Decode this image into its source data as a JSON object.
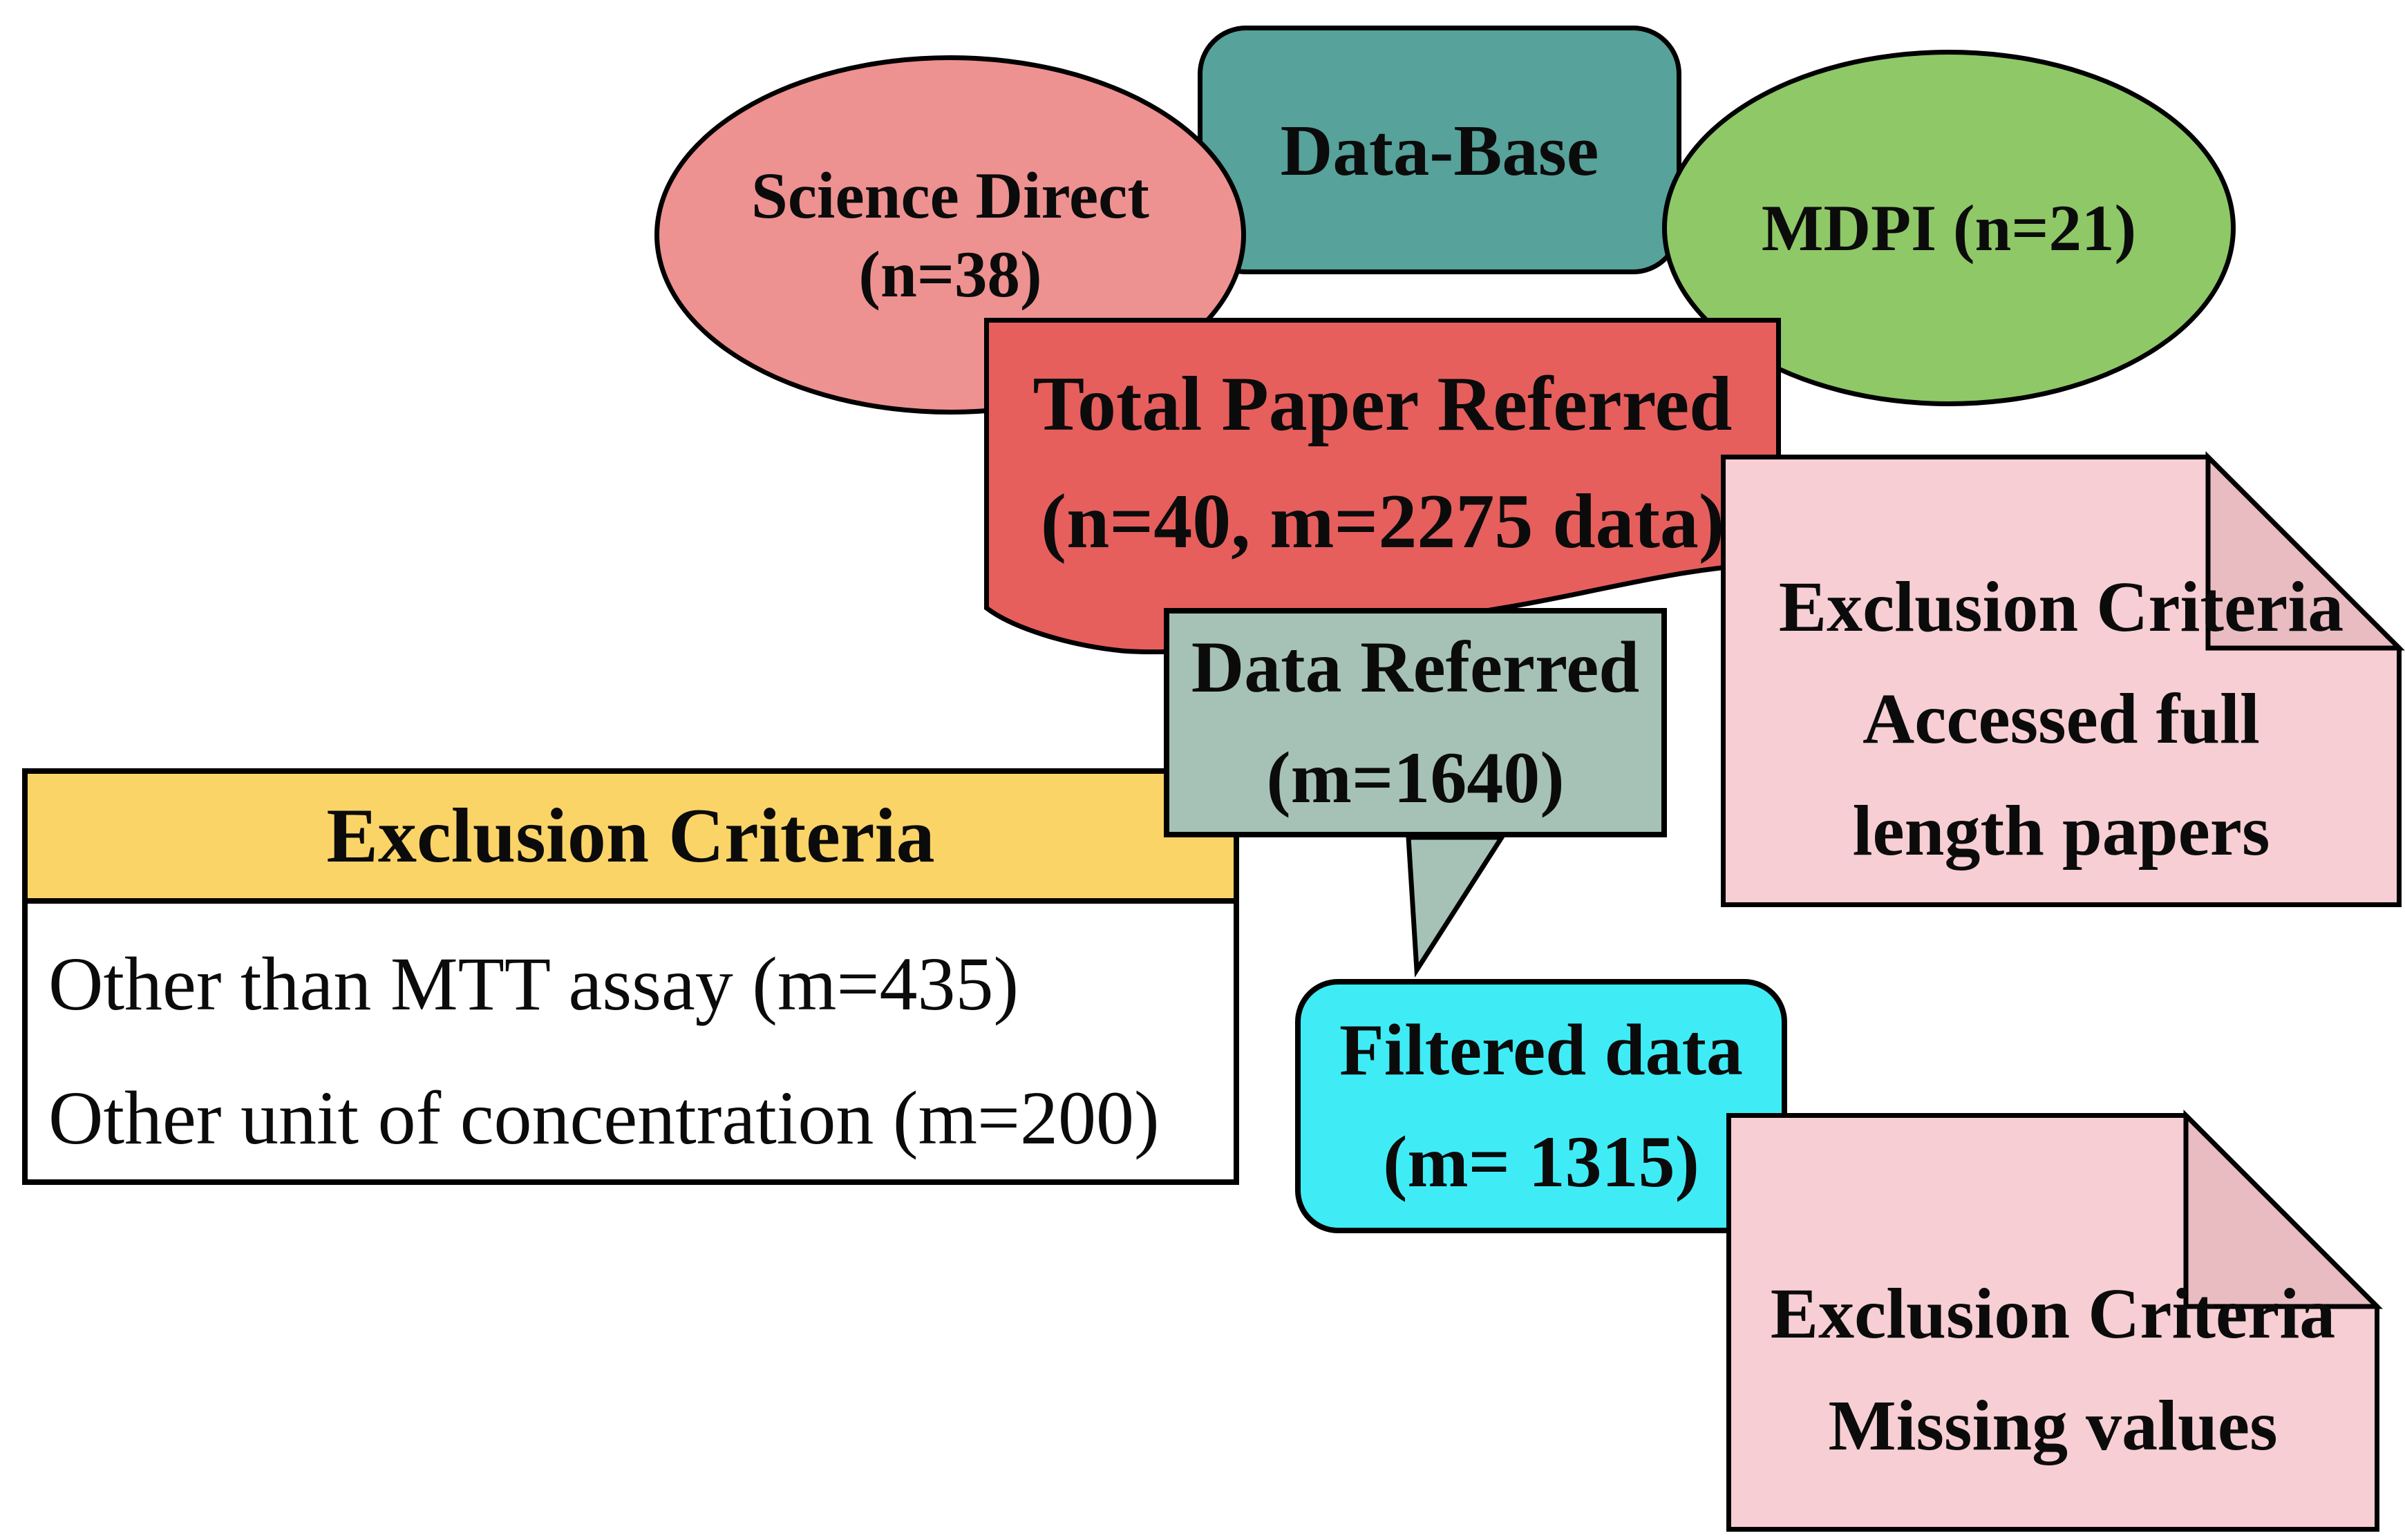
{
  "colors": {
    "outline": "#000000",
    "database_box": "#57a29a",
    "science_direct_ellipse": "#ee9191",
    "mdpi_ellipse": "#8fc867",
    "total_papers_box": "#e65f5d",
    "data_referred_callout": "#a6c2b6",
    "document_fill": "#f6ced3",
    "document_fold": "#e9bcc2",
    "table_header_fill": "#fbd468",
    "table_body_fill": "#ffffff",
    "filtered_data_box": "#3fecf5"
  },
  "database": {
    "label": "Data-Base"
  },
  "sources": {
    "science_direct": "Science Direct (n=38)",
    "mdpi": "MDPI (n=21)"
  },
  "total_papers": {
    "line1": "Total Paper Referred",
    "line2": "(n=40, m=2275 data)"
  },
  "data_referred": {
    "line1": "Data Referred",
    "line2": "(m=1640)"
  },
  "exclusion_full_length": {
    "line1": "Exclusion Criteria",
    "line2": "Accessed full",
    "line3": "length papers"
  },
  "exclusion_table": {
    "header": "Exclusion Criteria",
    "rows": [
      "Other than MTT assay (m=435)",
      "Other unit of concentration (m=200)"
    ]
  },
  "filtered_data": {
    "line1": "Filtered data",
    "line2": "(m= 1315)"
  },
  "exclusion_missing": {
    "line1": "Exclusion Criteria",
    "line2": "Missing values"
  }
}
